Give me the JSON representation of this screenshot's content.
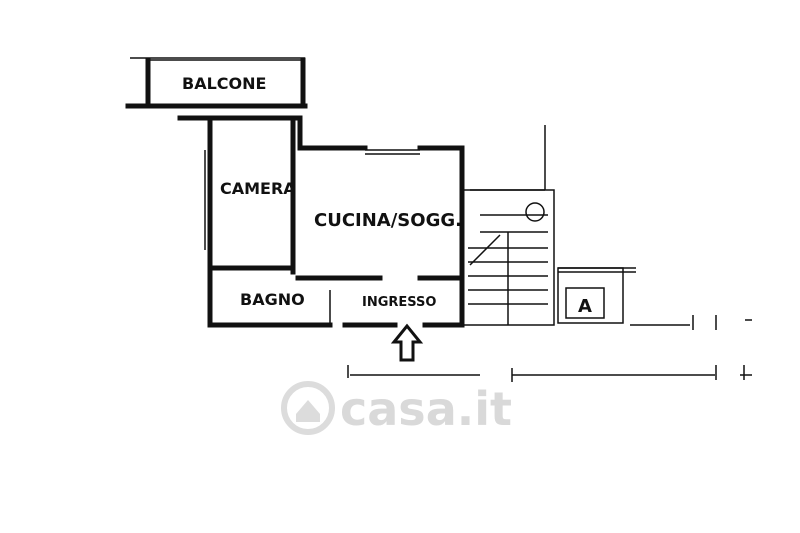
{
  "rooms": {
    "balcone": "BALCONE",
    "camera": "CAMERA",
    "cucina": "CUCINA/SOGG.",
    "bagno": "BAGNO",
    "ingresso": "INGRESSO"
  },
  "lift_symbol": "A",
  "watermark": "casa.it",
  "colors": {
    "ink": "#111111",
    "watermark": "#d9d9d9",
    "background": "#ffffff"
  }
}
